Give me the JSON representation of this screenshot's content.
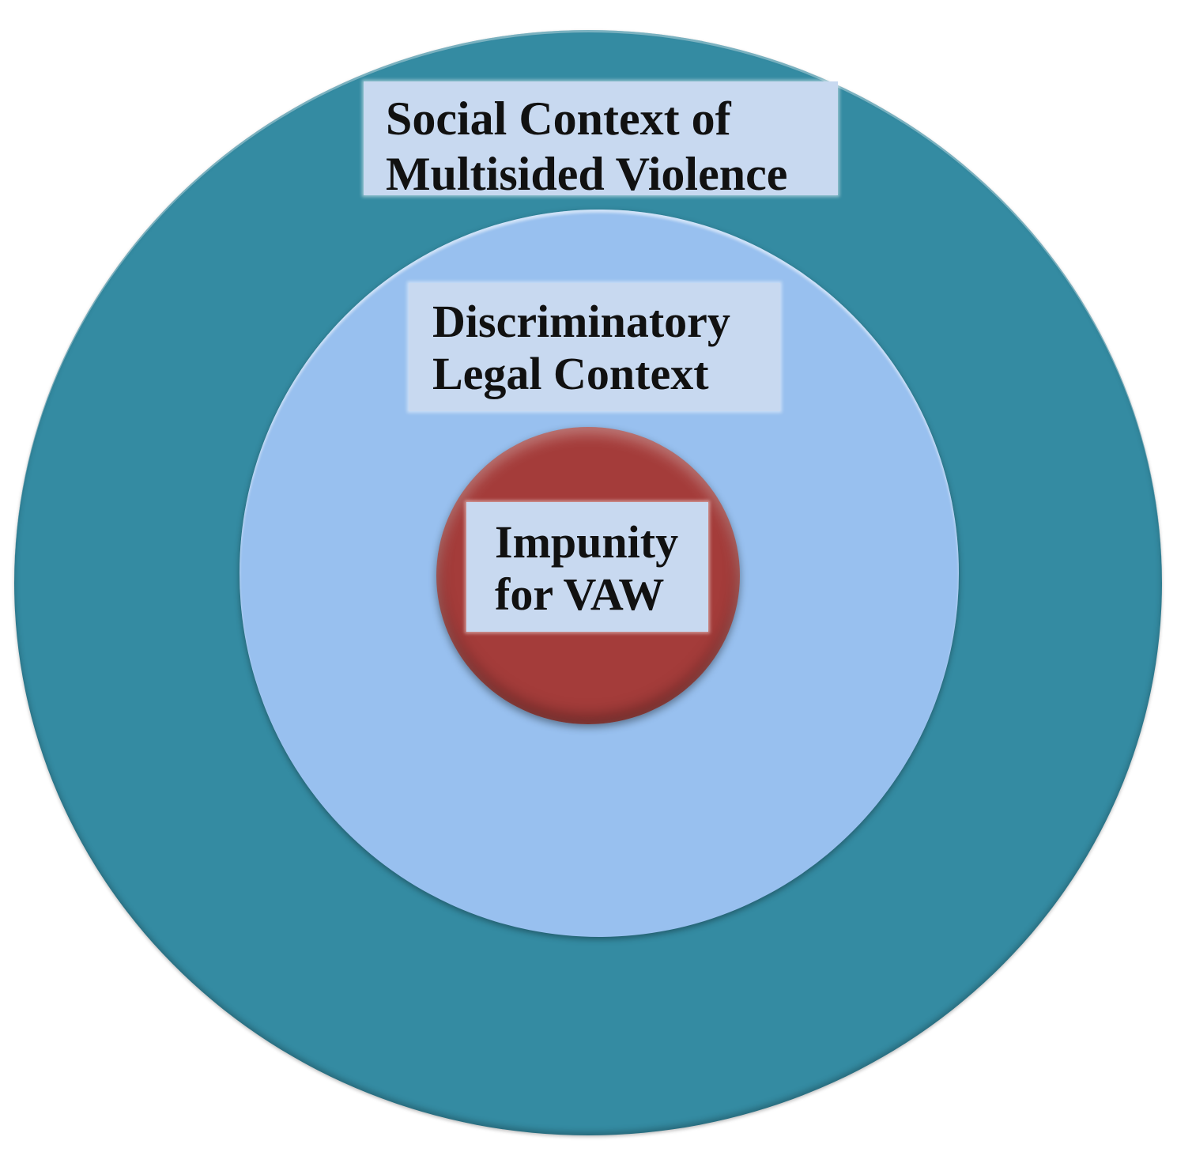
{
  "diagram": {
    "colors": {
      "outer_ring": "#348BA2",
      "middle_ring": "#98C0EF",
      "inner_circle": "#A43C3A",
      "label_box": "#C8D9F0",
      "label_text": "#111111"
    },
    "outer_ring": {
      "label_lines": [
        "Social Context of",
        "Multisided Violence"
      ]
    },
    "middle_ring": {
      "label_lines": [
        "Discriminatory",
        "Legal Context"
      ]
    },
    "inner_circle": {
      "label_lines": [
        "Impunity",
        "for VAW"
      ]
    }
  }
}
